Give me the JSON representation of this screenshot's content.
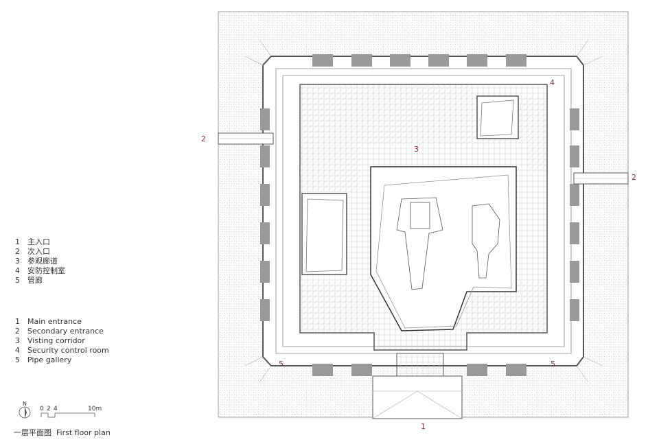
{
  "legend_cn": [
    {
      "num": "1",
      "text": "主入口"
    },
    {
      "num": "2",
      "text": "次入口"
    },
    {
      "num": "3",
      "text": "参观廊道"
    },
    {
      "num": "4",
      "text": "安防控制室"
    },
    {
      "num": "5",
      "text": "管廊"
    }
  ],
  "legend_en": [
    {
      "num": "1",
      "text": "Main entrance"
    },
    {
      "num": "2",
      "text": "Secondary entrance"
    },
    {
      "num": "3",
      "text": "Visting corridor"
    },
    {
      "num": "4",
      "text": "Security control room"
    },
    {
      "num": "5",
      "text": "Pipe gallery"
    }
  ],
  "north_label": "N",
  "scale_ticks": [
    "0",
    "2",
    "4",
    "10m"
  ],
  "title_cn": "一层平面图",
  "title_en": "First floor plan",
  "plan_labels": {
    "main_entrance": "1",
    "secondary_entrance_left": "2",
    "secondary_entrance_right": "2",
    "visiting_corridor": "3",
    "security_room": "4",
    "pipe_gallery_left": "5",
    "pipe_gallery_right": "5"
  },
  "colors": {
    "accent": "#8a2a3a",
    "wall": "#555555",
    "pillar": "#9a9a9a",
    "hatch": "#c8c8c8"
  }
}
